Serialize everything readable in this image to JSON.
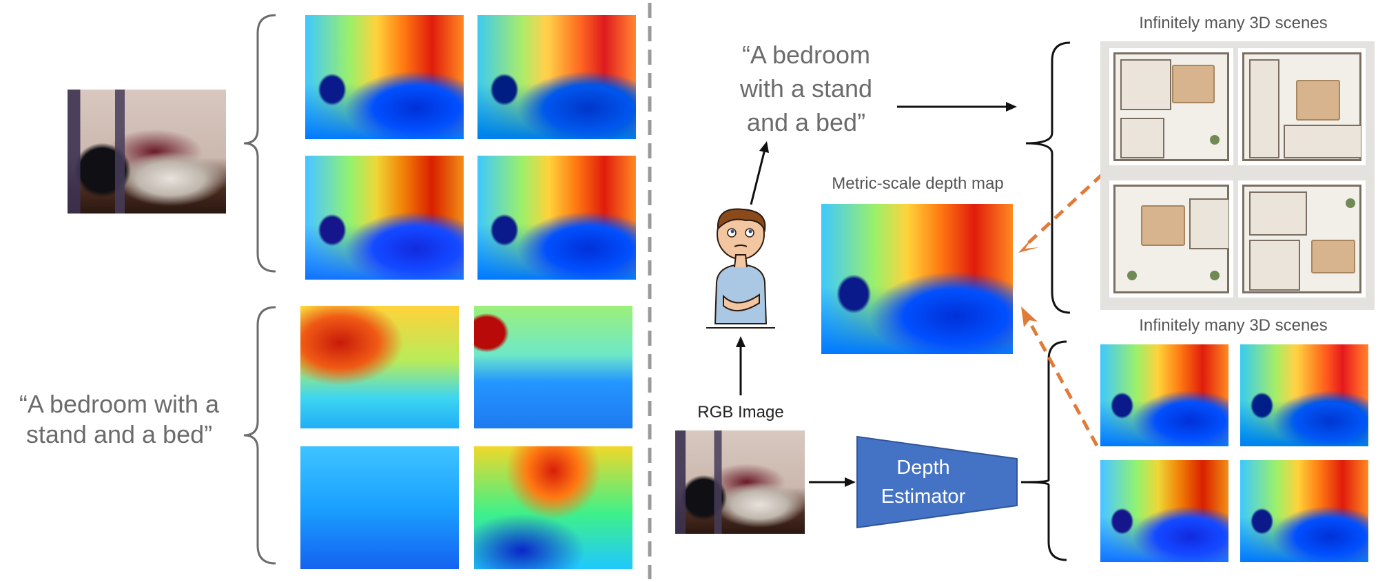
{
  "left_panel": {
    "caption": "“A bedroom with a stand and a bed”"
  },
  "right_panel": {
    "quote": "“A bedroom with a stand and a bed”",
    "metric_depth_title": "Metric-scale depth map",
    "scenes_title_top": "Infinitely many 3D scenes",
    "scenes_title_bottom": "Infinitely many 3D scenes",
    "rgb_label": "RGB Image",
    "estimator_label_1": "Depth",
    "estimator_label_2": "Estimator"
  },
  "colors": {
    "brace": "#6b6b6b",
    "divider": "#9a9a9a",
    "estimator_fill": "#4472c4",
    "estimator_stroke": "#2f5597",
    "dashed_arrow": "#e07b39",
    "arrow": "#111111"
  },
  "icons": {
    "person": "thinking-person-icon"
  }
}
